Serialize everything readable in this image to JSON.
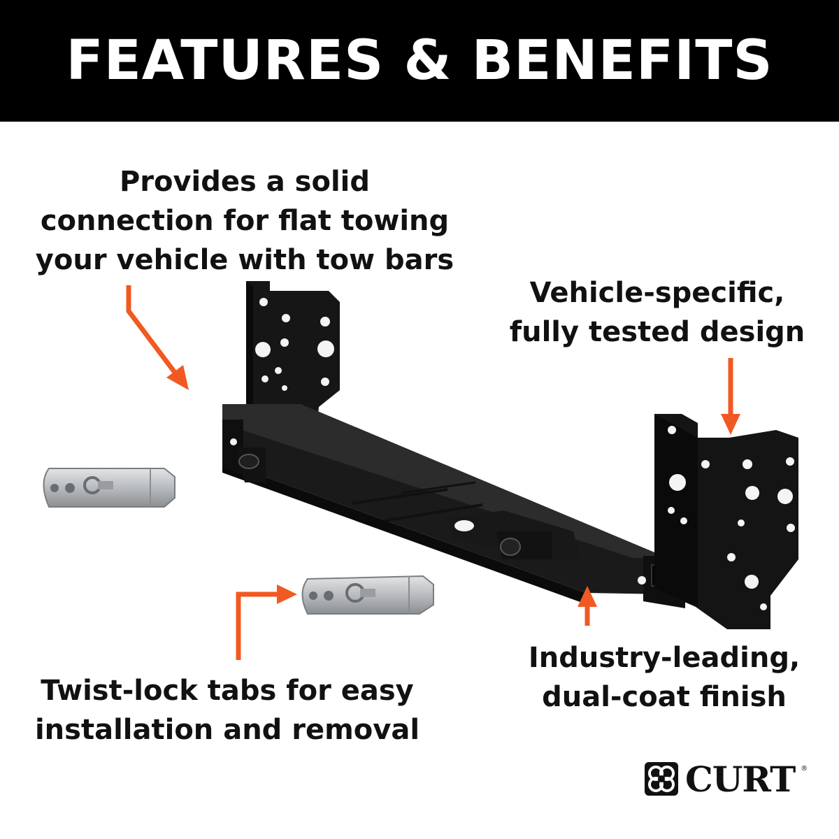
{
  "header": {
    "title": "FEATURES & BENEFITS"
  },
  "callouts": {
    "connection": [
      "Provides a solid",
      "connection for flat towing",
      "your vehicle with tow bars"
    ],
    "vehicle": [
      "Vehicle-specific,",
      "fully tested design"
    ],
    "twist": [
      "Twist-lock tabs for easy",
      "installation and removal"
    ],
    "finish": [
      "Industry-leading,",
      "dual-coat finish"
    ]
  },
  "brand": {
    "name": "CURT",
    "trademark": "®"
  },
  "colors": {
    "arrow": "#f05a22",
    "header_bg": "#000000",
    "product": "#141414"
  },
  "icons": {
    "logo": "curt-logo-mark-icon"
  }
}
